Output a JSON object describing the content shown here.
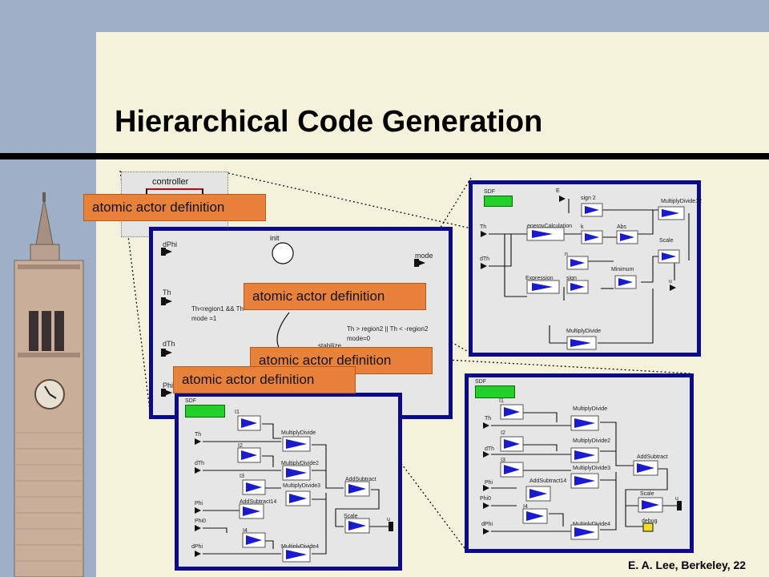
{
  "slide": {
    "title": "Hierarchical Code Generation",
    "footer": "E. A. Lee, Berkeley, 22",
    "accent": "#0a0a8a",
    "label_color": "#e8823a"
  },
  "labels": {
    "l1": "atomic actor definition",
    "l2": "atomic actor definition",
    "l3": "atomic actor definition",
    "l4": "atomic actor definition"
  },
  "controller": {
    "title": "controller"
  },
  "fsm": {
    "ports": [
      "dPhi",
      "Th",
      "dTh",
      "Phi"
    ],
    "init": "init",
    "mode": "mode",
    "guard1_line1": "Th<region1 && Th",
    "guard1_line2": "mode =1",
    "guard2_line1": "Th > region2 || Th < -region2",
    "guard2_line2": "mode=0",
    "stabilize": "stabilize"
  },
  "energy_model": {
    "sdf": "SDF",
    "inputs": [
      "Th",
      "dTh"
    ],
    "actors": [
      "energyCalculation",
      "sign 2",
      "Abs",
      "MultiplyDivide12",
      "Scale",
      "Expression",
      "sign",
      "Minimum",
      "MultiplyDivide"
    ],
    "params": [
      "E",
      "k",
      "n"
    ],
    "output": "u"
  },
  "bottom_left_model": {
    "sdf": "SDF",
    "inputs": [
      "Th",
      "dTh",
      "Phi",
      "Phi0",
      "dPhi"
    ],
    "actors": [
      "I1",
      "I2",
      "I3",
      "I4",
      "MultiplyDivide",
      "MultiplyDivide2",
      "MultiplyDivide3",
      "AddSubtract14",
      "MultiplyDivide4",
      "AddSubtract",
      "Scale"
    ],
    "output": "u"
  },
  "bottom_right_model": {
    "sdf": "SDF",
    "inputs": [
      "Th",
      "dTh",
      "Phi",
      "Phi0",
      "dPhi"
    ],
    "actors": [
      "I1",
      "I2",
      "I3",
      "I4",
      "MultiplyDivide",
      "MultiplyDivide2",
      "MultiplyDivide3",
      "AddSubtract14",
      "MultiplyDivide4",
      "AddSubtract",
      "Scale"
    ],
    "output": "u",
    "debug": "debug"
  }
}
